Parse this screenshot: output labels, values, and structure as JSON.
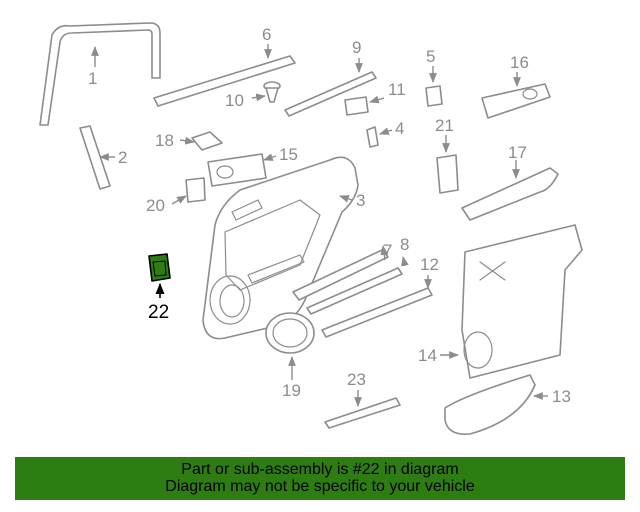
{
  "callouts": {
    "c1": "1",
    "c2": "2",
    "c3": "3",
    "c4": "4",
    "c5": "5",
    "c6": "6",
    "c7": "7",
    "c8": "8",
    "c9": "9",
    "c10": "10",
    "c11": "11",
    "c12": "12",
    "c13": "13",
    "c14": "14",
    "c15": "15",
    "c16": "16",
    "c17": "17",
    "c18": "18",
    "c19": "19",
    "c20": "20",
    "c21": "21",
    "c22": "22",
    "c23": "23"
  },
  "highlighted_part": "22",
  "colors": {
    "highlight_fill": "#2e7d13",
    "banner_bg": "#2e7d13",
    "line": "#8c8c8c"
  },
  "banner": {
    "line1": "Part or sub-assembly is #22 in diagram",
    "line2": "Diagram may not be specific to your vehicle"
  }
}
